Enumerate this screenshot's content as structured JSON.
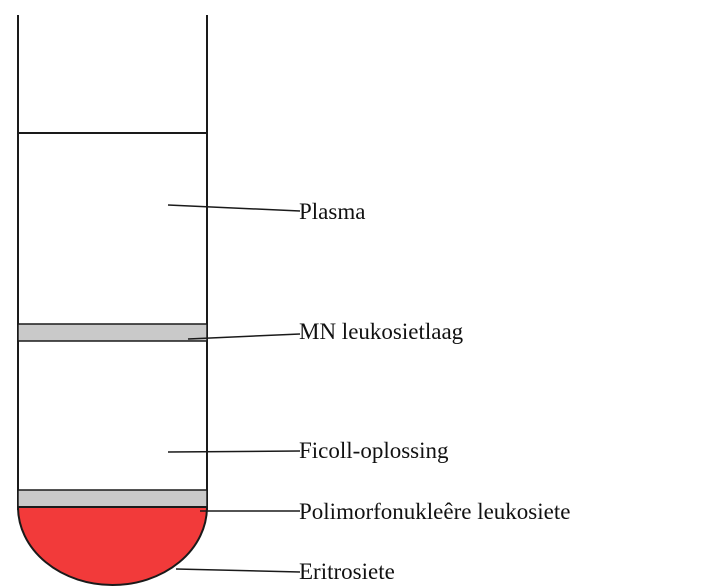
{
  "labels": {
    "plasma": "Plasma",
    "mn_layer": "MN leukosietlaag",
    "ficoll": "Ficoll-oplossing",
    "polymorphonuclear": "Polimorfonukleêre leukosiete",
    "erythrocytes": "Eritrosiete"
  },
  "colors": {
    "outline": "#1a1a1a",
    "layer_band": "#c9c9c9",
    "erythrocyte_fill": "#f23a3a",
    "background": "#ffffff"
  }
}
